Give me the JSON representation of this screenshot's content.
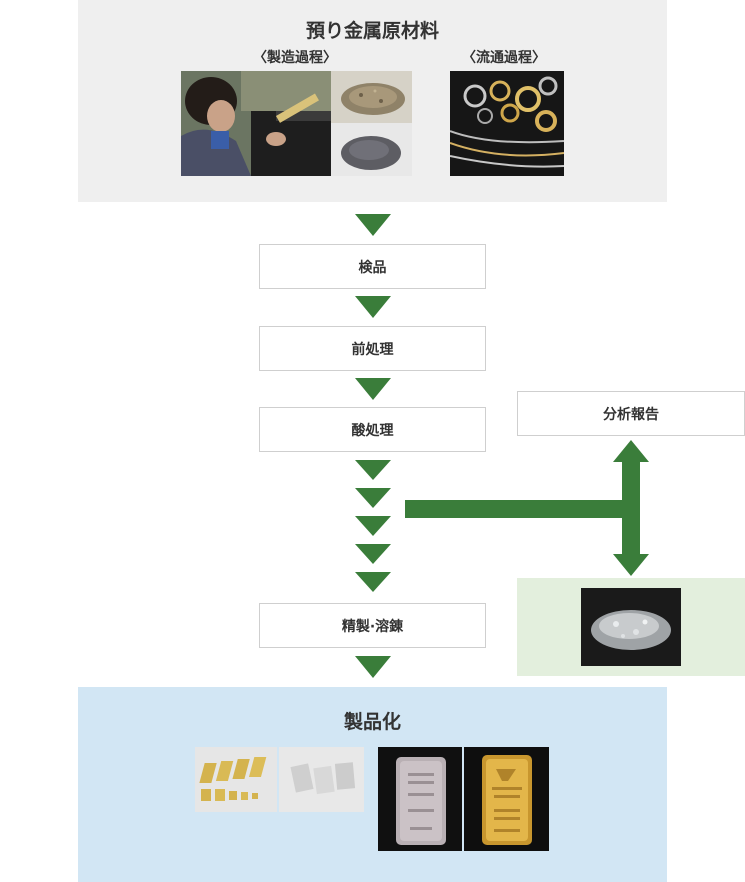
{
  "top_panel": {
    "title": "預り金属原材料",
    "manufacturing_label": "〈製造過程〉",
    "distribution_label": "〈流通過程〉"
  },
  "steps": {
    "inspection": "検品",
    "pretreatment": "前処理",
    "acid_treatment": "酸処理",
    "refining": "精製·溶錬",
    "analysis_report": "分析報告"
  },
  "bottom_panel": {
    "title": "製品化"
  },
  "colors": {
    "arrow_green": "#3a7d3a",
    "top_panel_bg": "#efefef",
    "bottom_panel_bg": "#d2e6f4",
    "sample_panel_bg": "#e3efdd"
  }
}
